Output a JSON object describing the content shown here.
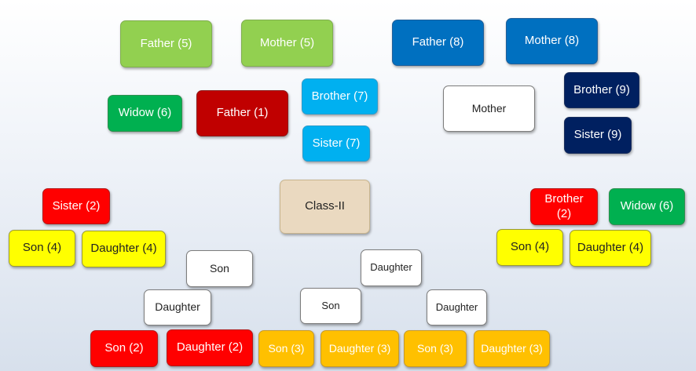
{
  "colors": {
    "light_green": "#92d050",
    "blue": "#0070c0",
    "cyan": "#00b0f0",
    "navy": "#002060",
    "green": "#00b050",
    "dark_red": "#c00000",
    "red": "#ff0000",
    "yellow": "#ffff00",
    "orange": "#ffc000",
    "white": "#ffffff",
    "tan": "#ead9c0"
  },
  "boxes": {
    "father_5": "Father (5)",
    "mother_5": "Mother (5)",
    "father_8": "Father (8)",
    "mother_8": "Mother (8)",
    "widow_6_left": "Widow (6)",
    "father_1": "Father (1)",
    "brother_7": "Brother (7)",
    "sister_7": "Sister (7)",
    "mother": "Mother",
    "brother_9": "Brother (9)",
    "sister_9": "Sister (9)",
    "sister_2": "Sister (2)",
    "class_ii": "Class-II",
    "brother_2": "Brother (2)",
    "widow_6_right": "Widow (6)",
    "son_4_left": "Son (4)",
    "daughter_4_left": "Daughter (4)",
    "son_4_right": "Son (4)",
    "daughter_4_right": "Daughter (4)",
    "son_left": "Son",
    "daughter_center": "Daughter",
    "daughter_left": "Daughter",
    "son_center": "Son",
    "daughter_right": "Daughter",
    "son_2": "Son (2)",
    "daughter_2": "Daughter (2)",
    "son_3_a": "Son (3)",
    "daughter_3_a": "Daughter (3)",
    "son_3_b": "Son (3)",
    "daughter_3_b": "Daughter (3)"
  }
}
